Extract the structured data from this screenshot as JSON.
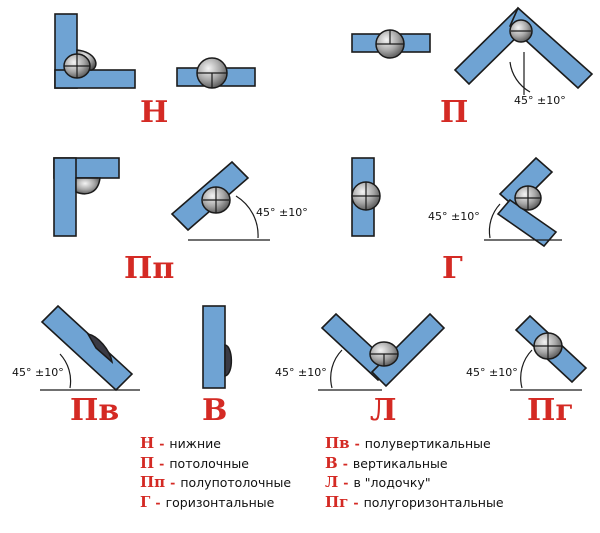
{
  "colors": {
    "plate": "#6fa3d3",
    "weld": "#a8a8a8",
    "code": "#d42a24"
  },
  "angle_label": "45° ±10°",
  "positions": [
    {
      "id": "n",
      "code": "Н"
    },
    {
      "id": "p",
      "code": "П"
    },
    {
      "id": "pp",
      "code": "Пп"
    },
    {
      "id": "g",
      "code": "Г"
    },
    {
      "id": "pv",
      "code": "Пв"
    },
    {
      "id": "v",
      "code": "В"
    },
    {
      "id": "l",
      "code": "Л"
    },
    {
      "id": "pg",
      "code": "Пг"
    }
  ],
  "legend": {
    "left": [
      {
        "code": "Н",
        "text": "нижние"
      },
      {
        "code": "П",
        "text": "потолочные"
      },
      {
        "code": "Пп",
        "text": "полупотолочные"
      },
      {
        "code": "Г",
        "text": "горизонтальные"
      }
    ],
    "right": [
      {
        "code": "Пв",
        "text": "полувертикальные"
      },
      {
        "code": "В",
        "text": "вертикальные"
      },
      {
        "code": "Л",
        "text": "в \"лодочку\""
      },
      {
        "code": "Пг",
        "text": "полугоризонтальные"
      }
    ]
  }
}
